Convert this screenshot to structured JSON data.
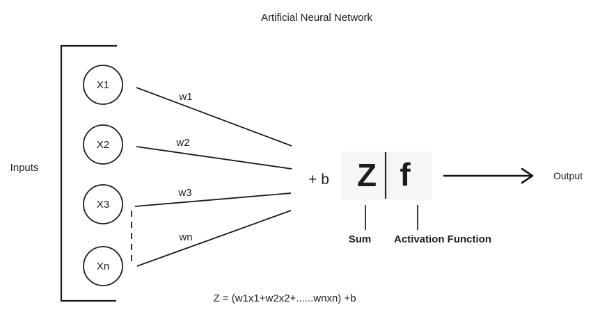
{
  "title": "Artificial Neural Network",
  "inputs": {
    "group_label": "Inputs",
    "nodes": [
      {
        "label": "X1",
        "weight": "w1"
      },
      {
        "label": "X2",
        "weight": "w2"
      },
      {
        "label": "X3",
        "weight": "w3"
      },
      {
        "label": "Xn",
        "weight": "wn"
      }
    ]
  },
  "bias_label": "+ b",
  "neuron": {
    "sum_symbol": "Z",
    "activation_symbol": "f",
    "sum_caption": "Sum",
    "activation_caption": "Activation Function"
  },
  "output_label": "Output",
  "formula": "Z = (w1x1+w2x2+......wnxn) +b",
  "colors": {
    "ink": "#1a1a1a",
    "neuron_box_bg": "#f6f6f6",
    "background": "#ffffff"
  }
}
